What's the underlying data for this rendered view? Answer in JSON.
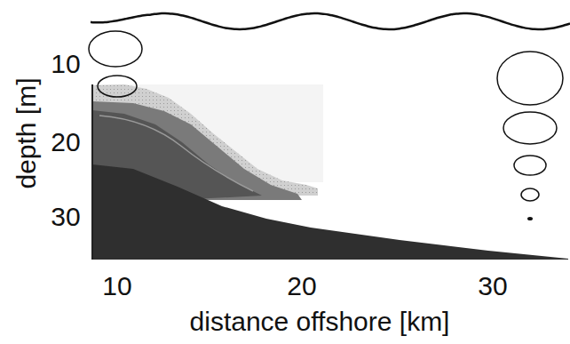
{
  "diagram": {
    "labels": [
      "depth [m]",
      "10",
      "20",
      "30",
      "10",
      "20",
      "30",
      "distance offshore [km]"
    ]
  }
}
